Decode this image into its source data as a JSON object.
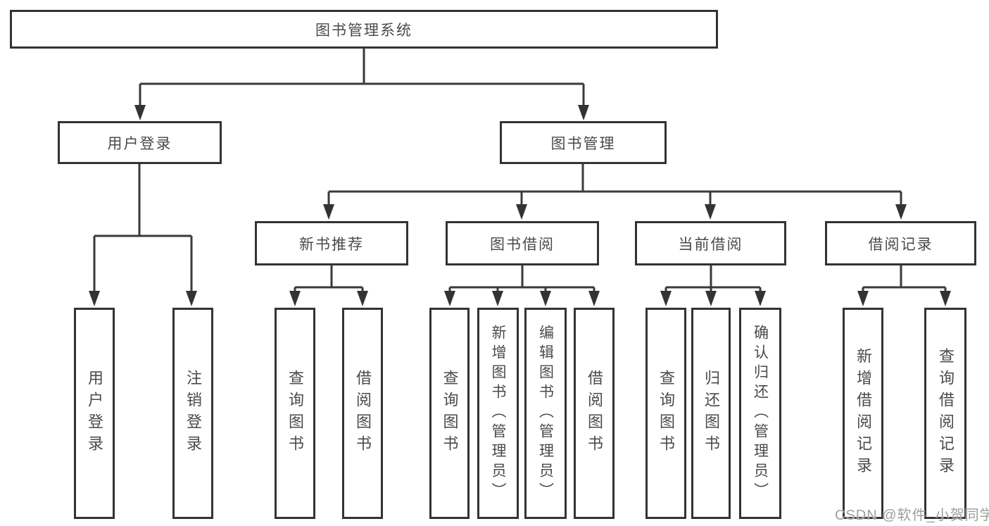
{
  "colors": {
    "line": "#3a3a3a",
    "arrow": "#333333",
    "text": "#4a4a4a",
    "box_background": "#ffffff",
    "watermark_text": "#9e9e9e"
  },
  "watermark": {
    "text": "CSDN @软件_小贺同学"
  },
  "nodes": {
    "root": "图书管理系统",
    "user_login": "用户登录",
    "book_mgmt": "图书管理",
    "new_book_rec": "新书推荐",
    "book_borrow": "图书借阅",
    "current_borrow": "当前借阅",
    "borrow_records": "借阅记录",
    "leaf_user_login": "用户登录",
    "leaf_logout": "注销登录",
    "leaf_nb_query": "查询图书",
    "leaf_nb_borrow": "借阅图书",
    "leaf_bb_query": "查询图书",
    "leaf_bb_add": "新增图书（管理员）",
    "leaf_bb_edit": "编辑图书（管理员）",
    "leaf_bb_borrow": "借阅图书",
    "leaf_cb_query": "查询图书",
    "leaf_cb_return": "归还图书",
    "leaf_cb_confirm": "确认归还（管理员）",
    "leaf_br_add": "新增借阅记录",
    "leaf_br_query": "查询借阅记录"
  }
}
